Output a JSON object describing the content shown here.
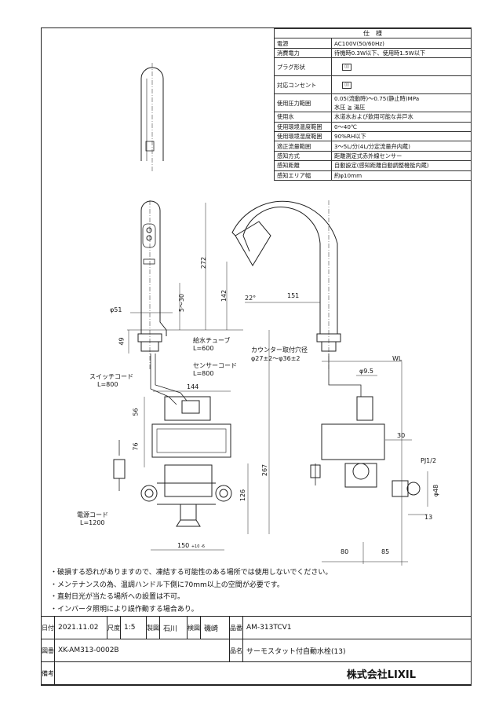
{
  "spec": {
    "header": "仕　様",
    "rows": [
      {
        "k": "電源",
        "v": "AC100V(50/60Hz)"
      },
      {
        "k": "消費電力",
        "v": "待機時0.3W以下、使用時1.5W以下"
      },
      {
        "k": "プラグ形状",
        "v": "plug-shape-icon"
      },
      {
        "k": "対応コンセント",
        "v": "outlet-shape-icon"
      },
      {
        "k": "使用圧力範囲",
        "v": "0.05(流動時)～0.75(静止時)MPa",
        "v2": "水圧 ≧ 湯圧"
      },
      {
        "k": "使用水",
        "v": "水道水および飲用可能な井戸水"
      },
      {
        "k": "使用環境温度範囲",
        "v": "0～40℃"
      },
      {
        "k": "使用環境湿度範囲",
        "v": "90%RH以下"
      },
      {
        "k": "適正流量範囲",
        "v": "3～5L/分(4L/分定流量弁内蔵)"
      },
      {
        "k": "感知方式",
        "v": "距離測定式赤外線センサー"
      },
      {
        "k": "感知距離",
        "v": "自動設定(感知距離自動調整機能内蔵)"
      },
      {
        "k": "感知エリア幅",
        "v": "約φ10mm"
      }
    ]
  },
  "labels": {
    "hot_tube": "給水チューブ",
    "hot_tube_len": "L=600",
    "sensor_cord": "センサーコード",
    "sensor_cord_len": "L=800",
    "switch_cord": "スイッチコード",
    "switch_cord_len": "L=800",
    "power_cord": "電源コード",
    "power_cord_len": "L=1200",
    "counter_hole": "カウンター取付穴径",
    "counter_hole_val": "φ27±2～φ36±2",
    "wl": "WL",
    "pj": "PJ1/2"
  },
  "dims": {
    "d272": "272",
    "d142": "142",
    "d151": "151",
    "d22": "22°",
    "d51": "φ51",
    "d5_30": "5～30",
    "d49": "49",
    "d144": "144",
    "d56": "56",
    "d76": "76",
    "d267": "267",
    "d126": "126",
    "d150": "150",
    "d150tol": "+10 -6",
    "d95": "φ9.5",
    "d30": "30",
    "d48": "φ48",
    "d13": "13",
    "d80": "80",
    "d85": "85"
  },
  "notes": [
    "・破損する恐れがありますので、凍結する可能性のある場所では使用しないでください。",
    "・メンテナンスの為、温調ハンドル下側に70mm以上の空間が必要です。",
    "・直射日光が当たる場所への設置は不可。",
    "・インバータ照明により誤作動する場合あり。"
  ],
  "titleblock": {
    "date_label": "日付",
    "date": "2021.11.02",
    "scale_label": "尺度",
    "scale": "1:5",
    "drawn_label": "製図",
    "drawn": "石川",
    "checked_label": "検図",
    "checked": "磯崎",
    "part_label": "品番",
    "part": "AM-313TCV1",
    "dwg_label": "図番",
    "dwg": "XK-AM313-0002B",
    "name_label": "品名",
    "name": "サーモスタット付自動水栓(13)",
    "remark_label": "備考",
    "remark": "",
    "company": "株式会社LIXIL"
  }
}
